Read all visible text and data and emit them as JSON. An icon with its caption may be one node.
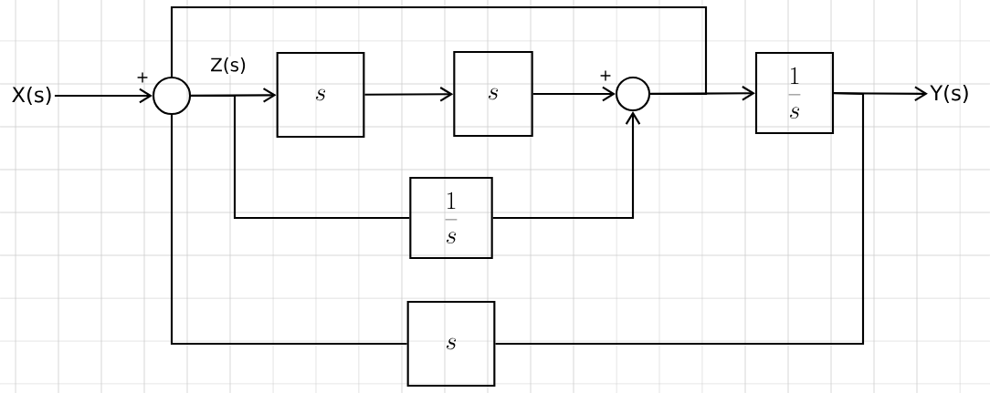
{
  "diagram": {
    "nodes": [
      {
        "text": [
          "X(s)"
        ]
      },
      {
        "text": [],
        "shape": "circle",
        "beside": [
          "+"
        ]
      },
      {
        "text": [
          "s"
        ]
      },
      {
        "text": [
          "s"
        ]
      },
      {
        "text": [],
        "shape": "circle",
        "beside": [
          "+"
        ]
      },
      {
        "text": [
          "\\frac{1}{s}"
        ]
      },
      {
        "text": [
          "\\frac{1}{s}"
        ]
      },
      {
        "text": [
          "Y(s)"
        ]
      },
      {
        "text": [
          "s"
        ]
      }
    ],
    "edges": [
      {
        "from": 0,
        "to": 1,
        "arrow": "to"
      },
      {
        "from": 1,
        "to": 2,
        "arrow": "to",
        "label": "Z(s)"
      },
      {
        "from": 2,
        "to": 3,
        "arrow": "to"
      },
      {
        "from": 3,
        "to": 4,
        "arrow": "to"
      },
      {
        "from": 4,
        "to": 6,
        "arrow": "to"
      },
      {
        "from": 6,
        "to": 7,
        "arrow": "to"
      },
      {
        "from": 1,
        "to": 5,
        "arrow": "none"
      },
      {
        "from": 5,
        "to": 4,
        "arrow": "to"
      },
      {
        "from": 4,
        "to": 1,
        "arrow": "none"
      },
      {
        "from": 6,
        "to": 8,
        "arrow": "none"
      },
      {
        "from": 8,
        "to": 1,
        "arrow": "none"
      }
    ]
  }
}
